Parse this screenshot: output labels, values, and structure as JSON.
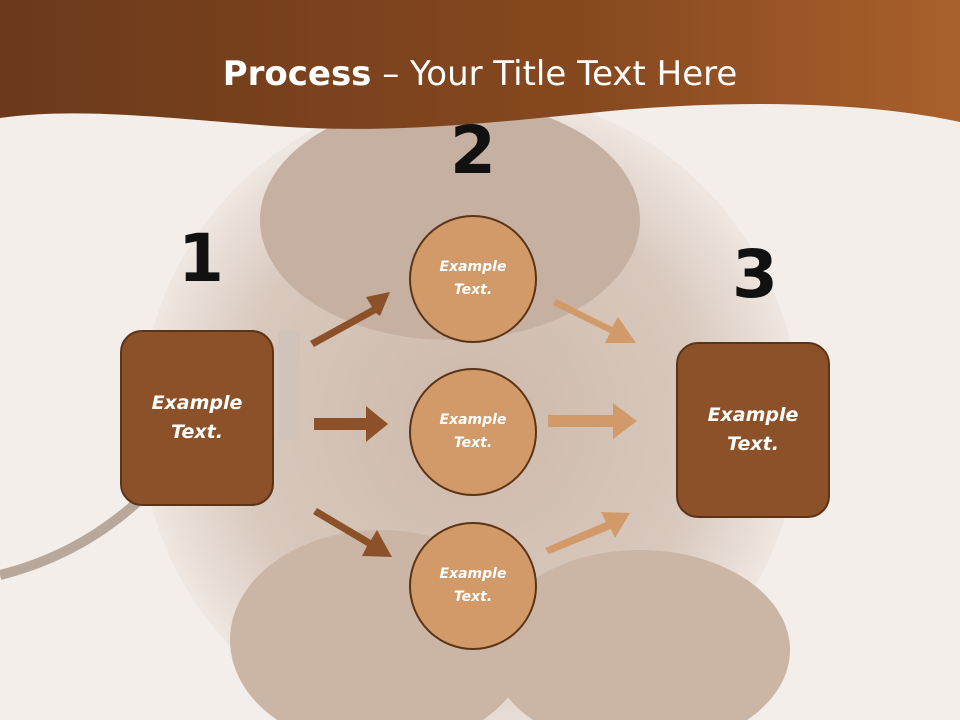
{
  "slide": {
    "title_bold": "Process",
    "title_rest": " – Your Title Text Here"
  },
  "steps": {
    "step1_number": "1",
    "step2_number": "2",
    "step3_number": "3"
  },
  "boxes": {
    "left": {
      "text": "Example Text."
    },
    "right": {
      "text": "Example Text."
    }
  },
  "circles": {
    "top": {
      "text": "Example Text."
    },
    "middle": {
      "text": "Example Text."
    },
    "bottom": {
      "text": "Example Text."
    }
  },
  "colors": {
    "header_dark": "#6b3a1b",
    "header_light": "#a9602c",
    "box_fill": "#8c5128",
    "circle_fill": "#d19a68",
    "arrow_dark": "#8c5128",
    "arrow_light": "#d19a68"
  }
}
